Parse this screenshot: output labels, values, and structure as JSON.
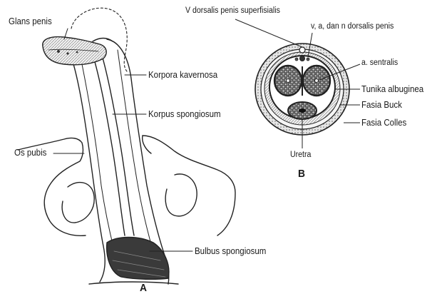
{
  "figure_a": {
    "panel_label": "A",
    "labels": {
      "glans": "Glans penis",
      "kavernosa": "Korpora kavernosa",
      "spongiosum": "Korpus spongiosum",
      "os_pubis": "Os pubis",
      "bulbus": "Bulbus spongiosum"
    }
  },
  "figure_b": {
    "panel_label": "B",
    "labels": {
      "v_dorsalis": "V dorsalis penis superfisialis",
      "v_a_n": "v, a, dan n dorsalis penis",
      "a_sentralis": "a. sentralis",
      "tunika": "Tunika albuginea",
      "fasia_buck": "Fasia Buck",
      "fasia_colles": "Fasia Colles",
      "uretra": "Uretra"
    }
  }
}
